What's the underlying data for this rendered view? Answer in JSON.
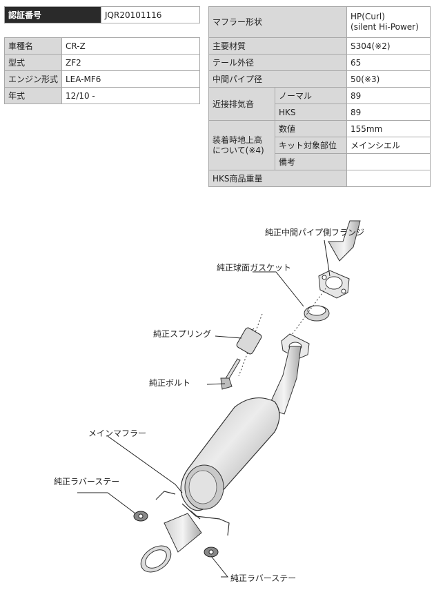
{
  "cert": {
    "label": "認証番号",
    "value": "JQR20101116"
  },
  "car": [
    {
      "label": "車種名",
      "value": "CR-Z"
    },
    {
      "label": "型式",
      "value": "ZF2"
    },
    {
      "label": "エンジン形式",
      "value": "LEA-MF6"
    },
    {
      "label": "年式",
      "value": "12/10 -"
    }
  ],
  "spec": {
    "muffler_shape": {
      "label": "マフラー形状",
      "value_line1": "HP(Curl)",
      "value_line2": "(silent Hi-Power)"
    },
    "material": {
      "label": "主要材質",
      "value": "S304(※2)"
    },
    "tail_diameter": {
      "label": "テール外径",
      "value": "65"
    },
    "mid_pipe_diameter": {
      "label": "中間パイプ径",
      "value": "50(※3)"
    },
    "noise": {
      "label": "近接排気音",
      "rows": [
        {
          "label": "ノーマル",
          "value": "89"
        },
        {
          "label": "HKS",
          "value": "89"
        }
      ]
    },
    "clearance": {
      "label_line1": "装着時地上高",
      "label_line2": "について(※4)",
      "rows": [
        {
          "label": "数値",
          "value": "155mm"
        },
        {
          "label": "キット対象部位",
          "value": "メインシエル"
        },
        {
          "label": "備考",
          "value": ""
        }
      ]
    },
    "weight": {
      "label": "HKS商品重量",
      "value": ""
    }
  },
  "diagram": {
    "labels": {
      "flange": "純正中間パイプ側フランジ",
      "gasket": "純正球面ガスケット",
      "spring": "純正スプリング",
      "bolt": "純正ボルト",
      "main_muffler": "メインマフラー",
      "rubber_stay_left": "純正ラバーステー",
      "rubber_stay_bottom": "純正ラバーステー"
    }
  }
}
